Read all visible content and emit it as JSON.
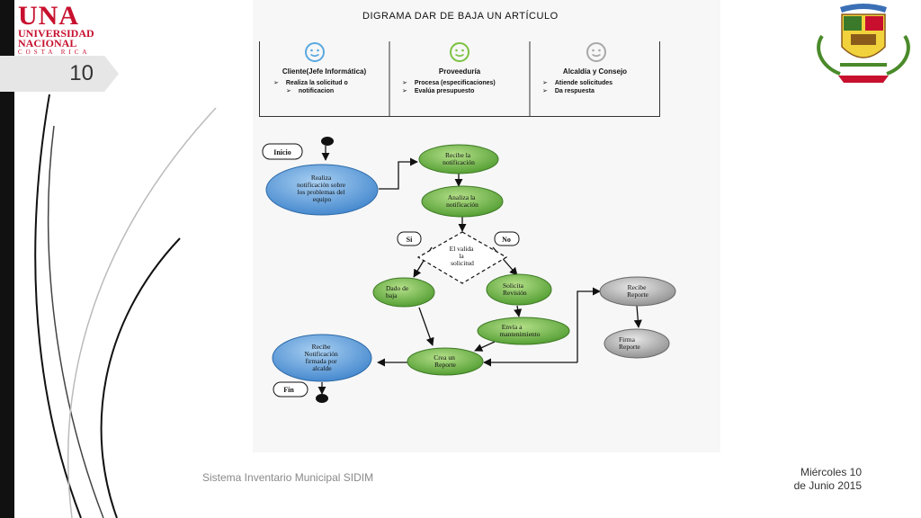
{
  "slide": {
    "page_number": "10",
    "footer_left": "Sistema Inventario Municipal SIDIM",
    "date_line1": "Miércoles 10",
    "date_line2": "de Junio 2015"
  },
  "logo_una": {
    "line1": "UNA",
    "line2": "UNIVERSIDAD",
    "line3": "NACIONAL",
    "line4": "COSTA RICA"
  },
  "diagram": {
    "title": "DIGRAMA DAR DE BAJA UN ARTÍCULO",
    "lanes": [
      {
        "name": "Cliente(Jefe Informática)",
        "items": [
          "Realiza la solicitud o",
          "notificacion"
        ],
        "face_color": "#5aa8e0"
      },
      {
        "name": "Proveeduría",
        "items": [
          "Procesa (especificaciones)",
          "Evalúa presupuesto"
        ],
        "face_color": "#7cc242"
      },
      {
        "name": "Alcaldía y Consejo",
        "items": [
          "Atiende solicitudes",
          "Da respuesta"
        ],
        "face_color": "#a8a8a8"
      }
    ],
    "nodes": {
      "inicio": "Inicio",
      "realiza": [
        "Realiza",
        "notificación  sobre",
        "los problemas del",
        "equipo"
      ],
      "recibe_notif": [
        "Recibe la",
        "notificación"
      ],
      "analiza": [
        "Analiza la",
        "notificación"
      ],
      "si": "Si",
      "no": "No",
      "decision": [
        "El valida",
        "la",
        "solicitud"
      ],
      "dado_baja": [
        "Dado de",
        "baja"
      ],
      "solicita": [
        "Solicita",
        "Revisión"
      ],
      "envia": [
        "Envía a",
        "mantenimiento"
      ],
      "crea": [
        "Crea un",
        "Reporte"
      ],
      "recibe_reporte": [
        "Recibe",
        "Reporte"
      ],
      "firma": [
        "Firma",
        "Reporte"
      ],
      "recibe_firmada": [
        "Recibe",
        "Notificación",
        "firmada por",
        "alcalde"
      ],
      "fin": "Fin"
    },
    "colors": {
      "blue": "#5b9bd5",
      "green": "#70ad47",
      "gray": "#a6a6a6"
    }
  }
}
